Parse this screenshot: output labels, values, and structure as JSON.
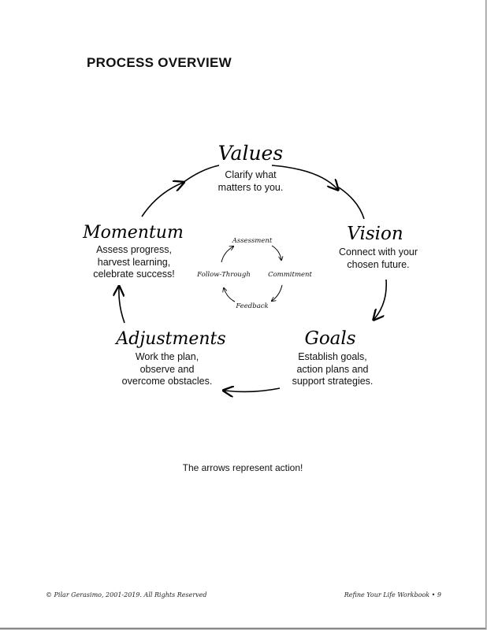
{
  "page": {
    "title": "PROCESS OVERVIEW",
    "note": "The arrows represent action!",
    "footer_left": "© Pilar Gerasimo, 2001-2019. All Rights Reserved",
    "footer_right": "Refine Your Life Workbook • 9"
  },
  "stages": {
    "values": {
      "name": "Values",
      "desc": [
        "Clarify what",
        "matters to you."
      ]
    },
    "vision": {
      "name": "Vision",
      "desc": [
        "Connect with your",
        "chosen future."
      ]
    },
    "goals": {
      "name": "Goals",
      "desc": [
        "Establish goals,",
        "action plans and",
        "support strategies."
      ]
    },
    "adjustments": {
      "name": "Adjustments",
      "desc": [
        "Work the plan,",
        "observe and",
        "overcome obstacles."
      ]
    },
    "momentum": {
      "name": "Momentum",
      "desc": [
        "Assess progress,",
        "harvest learning,",
        "celebrate success!"
      ]
    }
  },
  "inner_cycle": {
    "assessment": "Assessment",
    "commitment": "Commitment",
    "feedback": "Feedback",
    "follow_through": "Follow-Through"
  }
}
